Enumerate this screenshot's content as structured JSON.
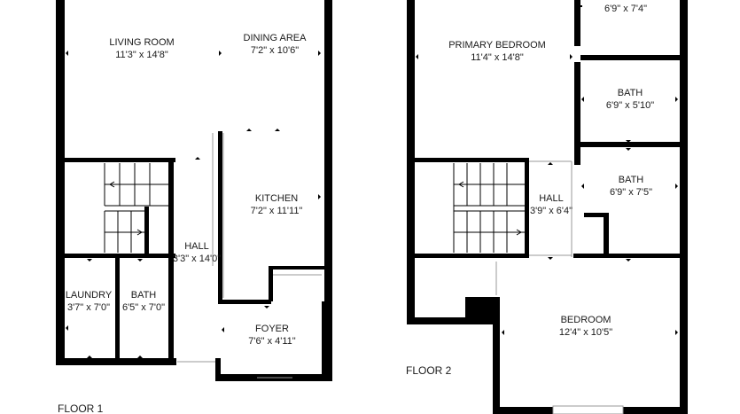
{
  "floors": [
    {
      "id": "floor1",
      "label": "FLOOR 1"
    },
    {
      "id": "floor2",
      "label": "FLOOR 2"
    }
  ],
  "rooms": {
    "living_room": {
      "name": "LIVING ROOM",
      "dims": "11'3\" x 14'8\""
    },
    "dining_area": {
      "name": "DINING AREA",
      "dims": "7'2\" x 10'6\""
    },
    "kitchen": {
      "name": "KITCHEN",
      "dims": "7'2\" x 11'11\""
    },
    "hall1": {
      "name": "HALL",
      "dims": "3'3\" x 14'0\""
    },
    "laundry": {
      "name": "LAUNDRY",
      "dims": "3'7\" x 7'0\""
    },
    "bath1": {
      "name": "BATH",
      "dims": "6'5\" x 7'0\""
    },
    "foyer": {
      "name": "FOYER",
      "dims": "7'6\" x 4'11\""
    },
    "closet_top": {
      "name": "",
      "dims": "6'9\" x 7'4\""
    },
    "primary_bedroom": {
      "name": "PRIMARY BEDROOM",
      "dims": "11'4\" x 14'8\""
    },
    "bath2": {
      "name": "BATH",
      "dims": "6'9\" x 5'10\""
    },
    "bath3": {
      "name": "BATH",
      "dims": "6'9\" x 7'5\""
    },
    "hall2": {
      "name": "HALL",
      "dims": "3'9\" x 6'4\""
    },
    "bedroom": {
      "name": "BEDROOM",
      "dims": "12'4\" x 10'5\""
    }
  }
}
